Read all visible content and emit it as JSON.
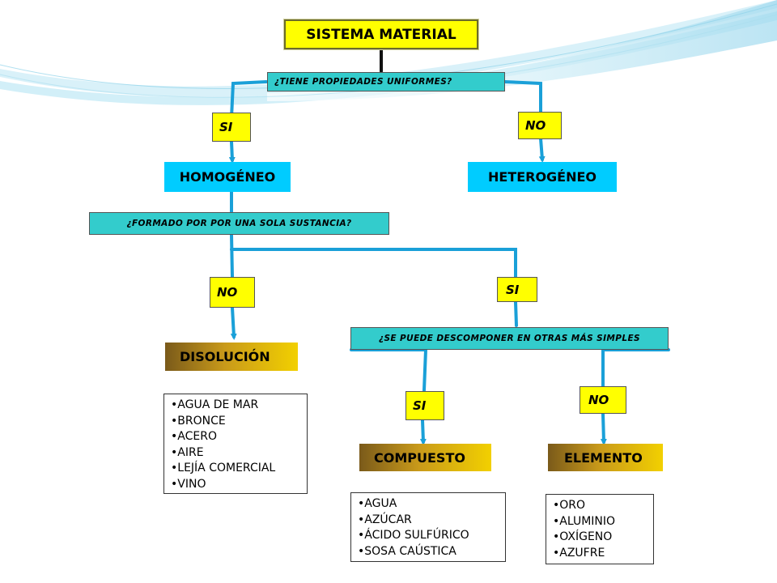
{
  "title": "SISTEMA MATERIAL",
  "questions": {
    "q1": "¿TIENE PROPIEDADES UNIFORMES?",
    "q2": "¿FORMADO POR POR UNA SOLA SUSTANCIA?",
    "q3": "¿SE PUEDE DESCOMPONER  EN OTRAS MÁS SIMPLES"
  },
  "answers": {
    "q1_yes": "SI",
    "q1_no": "NO",
    "q2_no": "NO",
    "q2_yes": "SI",
    "q3_yes": "SI",
    "q3_no": "NO"
  },
  "results": {
    "homogeneo": "HOMOGÉNEO",
    "heterogeneo": "HETEROGÉNEO",
    "disolucion": "DISOLUCIÓN",
    "compuesto": "COMPUESTO",
    "elemento": "ELEMENTO"
  },
  "examples": {
    "disolucion": [
      "AGUA DE MAR",
      "BRONCE",
      "ACERO",
      "AIRE",
      "LEJÍA COMERCIAL",
      "VINO"
    ],
    "compuesto": [
      "AGUA",
      "AZÚCAR",
      "ÁCIDO SULFÚRICO",
      "SOSA CAÚSTICA"
    ],
    "elemento": [
      "ORO",
      "ALUMINIO",
      "OXÍGENO",
      "AZUFRE"
    ]
  },
  "colors": {
    "question": "#33cccc",
    "answer": "#ffff00",
    "result_cyan": "#00ccff",
    "result_gold": "#c99a1a",
    "connector": "#1aa0d8",
    "background_swoosh": "#bfe8f5"
  }
}
